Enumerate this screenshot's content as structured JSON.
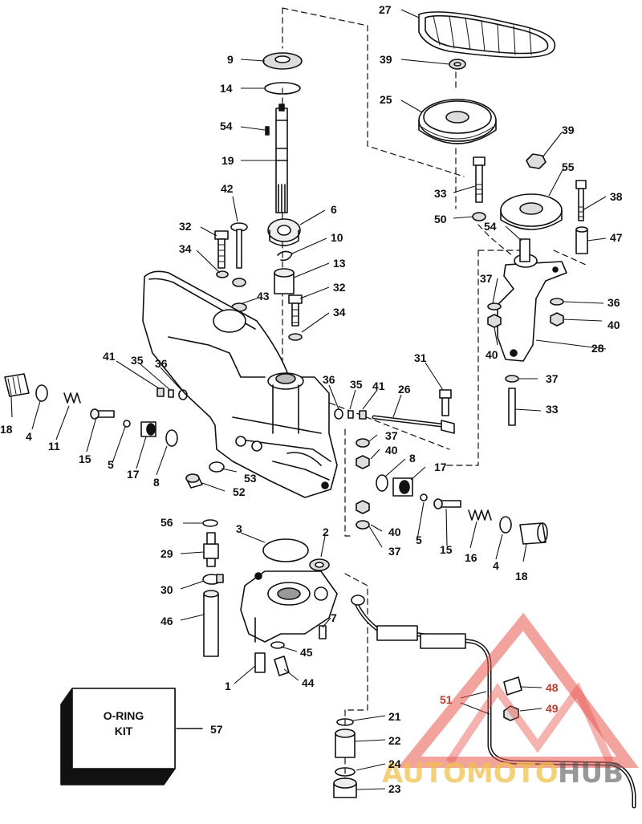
{
  "diagram": {
    "callouts": [
      {
        "key": "p27",
        "text": "27"
      },
      {
        "key": "p9",
        "text": "9"
      },
      {
        "key": "p39a",
        "text": "39"
      },
      {
        "key": "p14",
        "text": "14"
      },
      {
        "key": "p25",
        "text": "25"
      },
      {
        "key": "p54a",
        "text": "54"
      },
      {
        "key": "p39b",
        "text": "39"
      },
      {
        "key": "p19",
        "text": "19"
      },
      {
        "key": "p55",
        "text": "55"
      },
      {
        "key": "p33a",
        "text": "33"
      },
      {
        "key": "p42",
        "text": "42"
      },
      {
        "key": "p38",
        "text": "38"
      },
      {
        "key": "p6",
        "text": "6"
      },
      {
        "key": "p50",
        "text": "50"
      },
      {
        "key": "p54b",
        "text": "54"
      },
      {
        "key": "p47",
        "text": "47"
      },
      {
        "key": "p32a",
        "text": "32"
      },
      {
        "key": "p10",
        "text": "10"
      },
      {
        "key": "p34a",
        "text": "34"
      },
      {
        "key": "p13",
        "text": "13"
      },
      {
        "key": "p37a",
        "text": "37"
      },
      {
        "key": "p43",
        "text": "43"
      },
      {
        "key": "p32b",
        "text": "32"
      },
      {
        "key": "p36a",
        "text": "36"
      },
      {
        "key": "p34b",
        "text": "34"
      },
      {
        "key": "p40a",
        "text": "40"
      },
      {
        "key": "p40b",
        "text": "40"
      },
      {
        "key": "p28",
        "text": "28"
      },
      {
        "key": "p31",
        "text": "31"
      },
      {
        "key": "p41a",
        "text": "41"
      },
      {
        "key": "p35a",
        "text": "35"
      },
      {
        "key": "p36b",
        "text": "36"
      },
      {
        "key": "p37b",
        "text": "37"
      },
      {
        "key": "p36c",
        "text": "36"
      },
      {
        "key": "p35b",
        "text": "35"
      },
      {
        "key": "p41b",
        "text": "41"
      },
      {
        "key": "p26",
        "text": "26"
      },
      {
        "key": "p33b",
        "text": "33"
      },
      {
        "key": "p18a",
        "text": "18"
      },
      {
        "key": "p4a",
        "text": "4"
      },
      {
        "key": "p11",
        "text": "11"
      },
      {
        "key": "p15a",
        "text": "15"
      },
      {
        "key": "p5a",
        "text": "5"
      },
      {
        "key": "p17a",
        "text": "17"
      },
      {
        "key": "p8a",
        "text": "8"
      },
      {
        "key": "p37c",
        "text": "37"
      },
      {
        "key": "p40c",
        "text": "40"
      },
      {
        "key": "p8b",
        "text": "8"
      },
      {
        "key": "p17b",
        "text": "17"
      },
      {
        "key": "p53",
        "text": "53"
      },
      {
        "key": "p52",
        "text": "52"
      },
      {
        "key": "p56",
        "text": "56"
      },
      {
        "key": "p3",
        "text": "3"
      },
      {
        "key": "p2",
        "text": "2"
      },
      {
        "key": "p40d",
        "text": "40"
      },
      {
        "key": "p5b",
        "text": "5"
      },
      {
        "key": "p15b",
        "text": "15"
      },
      {
        "key": "p16",
        "text": "16"
      },
      {
        "key": "p4b",
        "text": "4"
      },
      {
        "key": "p18b",
        "text": "18"
      },
      {
        "key": "p37d",
        "text": "37"
      },
      {
        "key": "p29",
        "text": "29"
      },
      {
        "key": "p30",
        "text": "30"
      },
      {
        "key": "p7",
        "text": "7"
      },
      {
        "key": "p46",
        "text": "46"
      },
      {
        "key": "p45",
        "text": "45"
      },
      {
        "key": "p1",
        "text": "1"
      },
      {
        "key": "p44",
        "text": "44"
      },
      {
        "key": "p48",
        "text": "48"
      },
      {
        "key": "p51",
        "text": "51"
      },
      {
        "key": "p49",
        "text": "49"
      },
      {
        "key": "p21",
        "text": "21"
      },
      {
        "key": "p57",
        "text": "57"
      },
      {
        "key": "p22",
        "text": "22"
      },
      {
        "key": "p24",
        "text": "24"
      },
      {
        "key": "p23",
        "text": "23"
      }
    ],
    "kit_box": {
      "line1": "O-RING",
      "line2": "KIT"
    }
  },
  "watermark": {
    "part1": "AUTOMOTO",
    "part2": "HUB",
    "color_primary": "#e8574f",
    "color_secondary": "#f2c14e",
    "color_dark": "#555555"
  }
}
